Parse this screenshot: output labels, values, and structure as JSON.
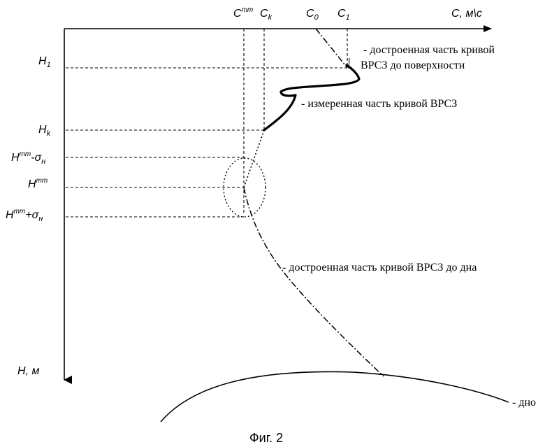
{
  "axes": {
    "c_axis_label": "C, м\\с",
    "h_axis_label": "H, м"
  },
  "c_labels": {
    "cmm": {
      "base": "C",
      "sup": "mm"
    },
    "ck": {
      "base": "C",
      "sub": "k"
    },
    "c0": {
      "base": "C",
      "sub": "0"
    },
    "c1": {
      "base": "C",
      "sub": "1"
    }
  },
  "h_labels": {
    "h1": {
      "base": "H",
      "sub": "1"
    },
    "hk": {
      "base": "H",
      "sub": "k"
    },
    "hmm_minus": {
      "base": "H",
      "sup": "mm",
      "tail": "-σ",
      "tail_sub": "н"
    },
    "hmm": {
      "base": "H",
      "sup": "mm"
    },
    "hmm_plus": {
      "base": "H",
      "sup": "mm",
      "tail": "+σ",
      "tail_sub": "н"
    }
  },
  "annotations": {
    "surface_line1": "- достроенная часть кривой",
    "surface_line2": "ВРСЗ до поверхности",
    "measured": "- измеренная часть кривой ВРСЗ",
    "bottom_part": "- достроенная  часть кривой ВРСЗ до дна",
    "seabed": "- дно"
  },
  "caption": "Фиг. 2"
}
